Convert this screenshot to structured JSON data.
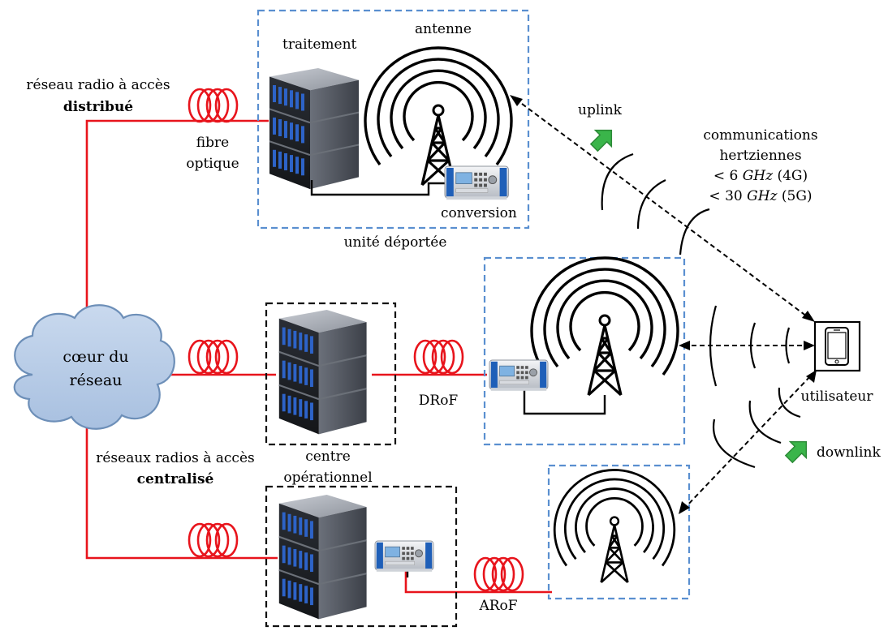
{
  "labels": {
    "traitement": "traitement",
    "antenne": "antenne",
    "reseau_radio_distribue_1": "réseau radio à accès",
    "reseau_radio_distribue_2": "distribué",
    "fibre_1": "fibre",
    "fibre_2": "optique",
    "conversion": "conversion",
    "unite_deportee": "unité déportée",
    "uplink": "uplink",
    "comm_1": "communications",
    "comm_2": "hertziennes",
    "comm_3_lt": "< 6 ",
    "comm_3_unit": "GHz",
    "comm_3_gen": " (4G)",
    "comm_4_lt": "< 30 ",
    "comm_4_unit": "GHz",
    "comm_4_gen": " (5G)",
    "coeur_1": "cœur du",
    "coeur_2": "réseau",
    "drof": "DRoF",
    "utilisateur": "utilisateur",
    "centre_1": "centre",
    "centre_2": "opérationnel",
    "reseaux_centralise_1": "réseaux radios à accès",
    "reseaux_centralise_2": "centralisé",
    "downlink": "downlink",
    "arof": "ARoF"
  },
  "colors": {
    "fiber": "#e8141c",
    "remote_box": "#5a8fd0",
    "central_box": "#111111",
    "cloud_fill": "#b9cde6",
    "cloud_stroke": "#6d8fb8",
    "arrow_green": "#3ab54a",
    "server_dark": "#5f6470",
    "server_led": "#2d63c8"
  },
  "icons": [
    "cloud-icon",
    "server-rack-icon",
    "antenna-tower-icon",
    "signal-generator-icon",
    "smartphone-icon",
    "fiber-coil-icon",
    "green-arrow-icon"
  ]
}
